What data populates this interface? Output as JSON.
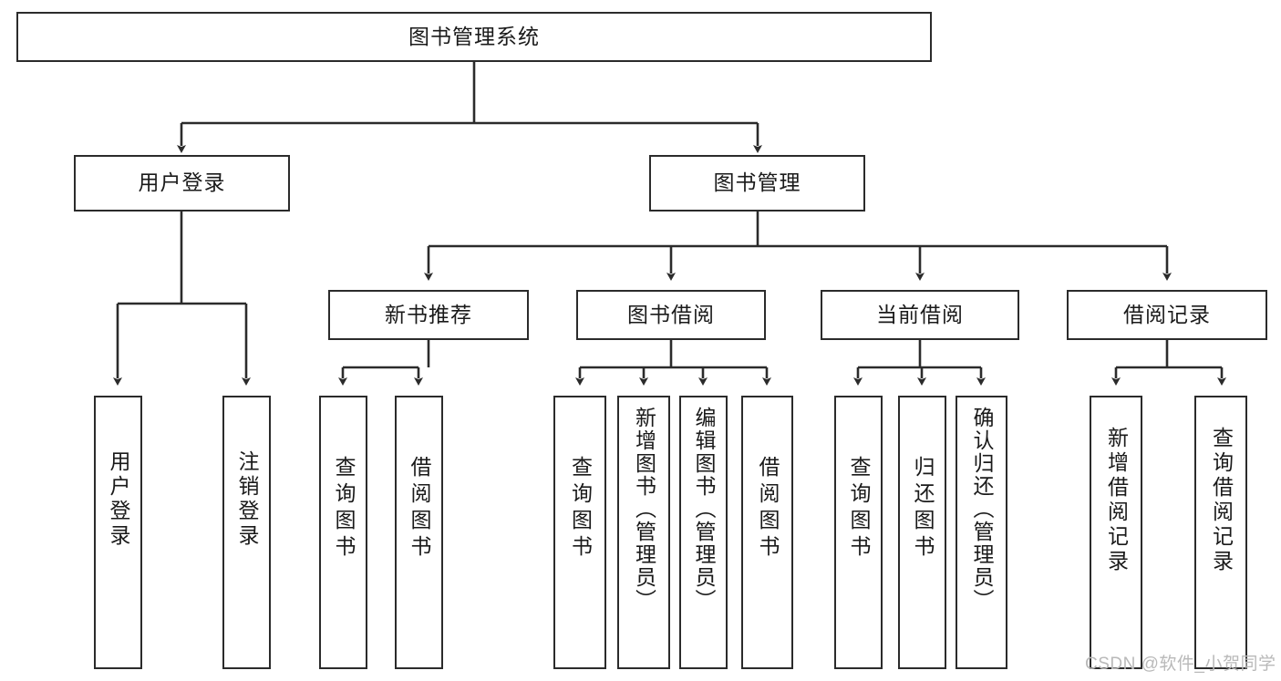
{
  "diagram": {
    "title": "图书管理系统",
    "type": "tree-hierarchy-chart",
    "watermark": "CSDN @软件_小贺同学",
    "colors": {
      "stroke": "#2b2b2b",
      "fill": "#ffffff",
      "text": "#1a1a1a",
      "watermark": "#b9b9b9"
    },
    "levels": {
      "root": {
        "label": "图书管理系统"
      },
      "level2": [
        {
          "label": "用户登录"
        },
        {
          "label": "图书管理"
        }
      ],
      "level3": [
        {
          "label": "新书推荐"
        },
        {
          "label": "图书借阅"
        },
        {
          "label": "当前借阅"
        },
        {
          "label": "借阅记录"
        }
      ],
      "leaves": [
        {
          "label": "用户登录",
          "parent": "用户登录"
        },
        {
          "label": "注销登录",
          "parent": "用户登录"
        },
        {
          "label": "查询图书",
          "parent": "新书推荐"
        },
        {
          "label": "借阅图书",
          "parent": "新书推荐"
        },
        {
          "label": "查询图书",
          "parent": "图书借阅"
        },
        {
          "label": "新增图书（管理员）",
          "parent": "图书借阅"
        },
        {
          "label": "编辑图书（管理员）",
          "parent": "图书借阅"
        },
        {
          "label": "借阅图书",
          "parent": "图书借阅"
        },
        {
          "label": "查询图书",
          "parent": "当前借阅"
        },
        {
          "label": "归还图书",
          "parent": "当前借阅"
        },
        {
          "label": "确认归还（管理员）",
          "parent": "当前借阅"
        },
        {
          "label": "新增借阅记录",
          "parent": "借阅记录"
        },
        {
          "label": "查询借阅记录",
          "parent": "借阅记录"
        }
      ]
    }
  }
}
